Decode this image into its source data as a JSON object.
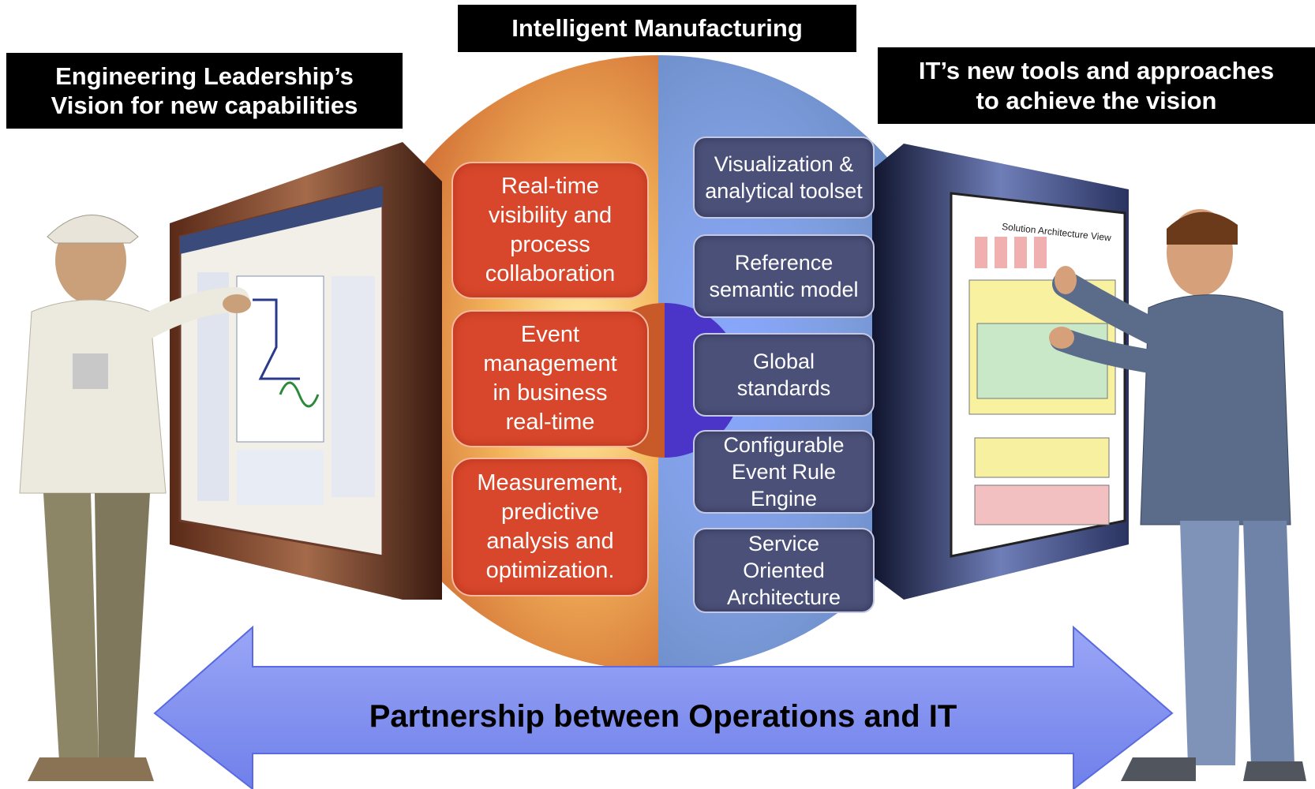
{
  "header": {
    "title": "Intelligent Manufacturing",
    "left_title": [
      "Engineering Leadership’s",
      "Vision for new capabilities"
    ],
    "right_title": [
      "IT’s new tools and approaches",
      "to achieve the vision"
    ]
  },
  "capabilities": [
    {
      "lines": [
        "Real-time",
        "visibility and",
        "process",
        "collaboration"
      ]
    },
    {
      "lines": [
        "Event",
        "management",
        "in business",
        "real-time"
      ]
    },
    {
      "lines": [
        "Measurement,",
        "predictive",
        "analysis and",
        "optimization."
      ]
    }
  ],
  "it_tools": [
    {
      "lines": [
        "Visualization &",
        "analytical toolset"
      ]
    },
    {
      "lines": [
        "Reference",
        "semantic model"
      ]
    },
    {
      "lines": [
        "Global",
        "standards"
      ]
    },
    {
      "lines": [
        "Configurable",
        "Event Rule",
        "Engine"
      ]
    },
    {
      "lines": [
        "Service",
        "Oriented",
        "Architecture"
      ]
    }
  ],
  "right_screen": {
    "heading": "Solution Architecture View"
  },
  "arrow": {
    "label": "Partnership between Operations and IT"
  },
  "colors": {
    "orange_half": "#e07a3a",
    "blue_half": "#6e93c8",
    "arrow": "#7f8ff0",
    "capability_box": "#d8472b",
    "tool_box": "#4b5078"
  }
}
